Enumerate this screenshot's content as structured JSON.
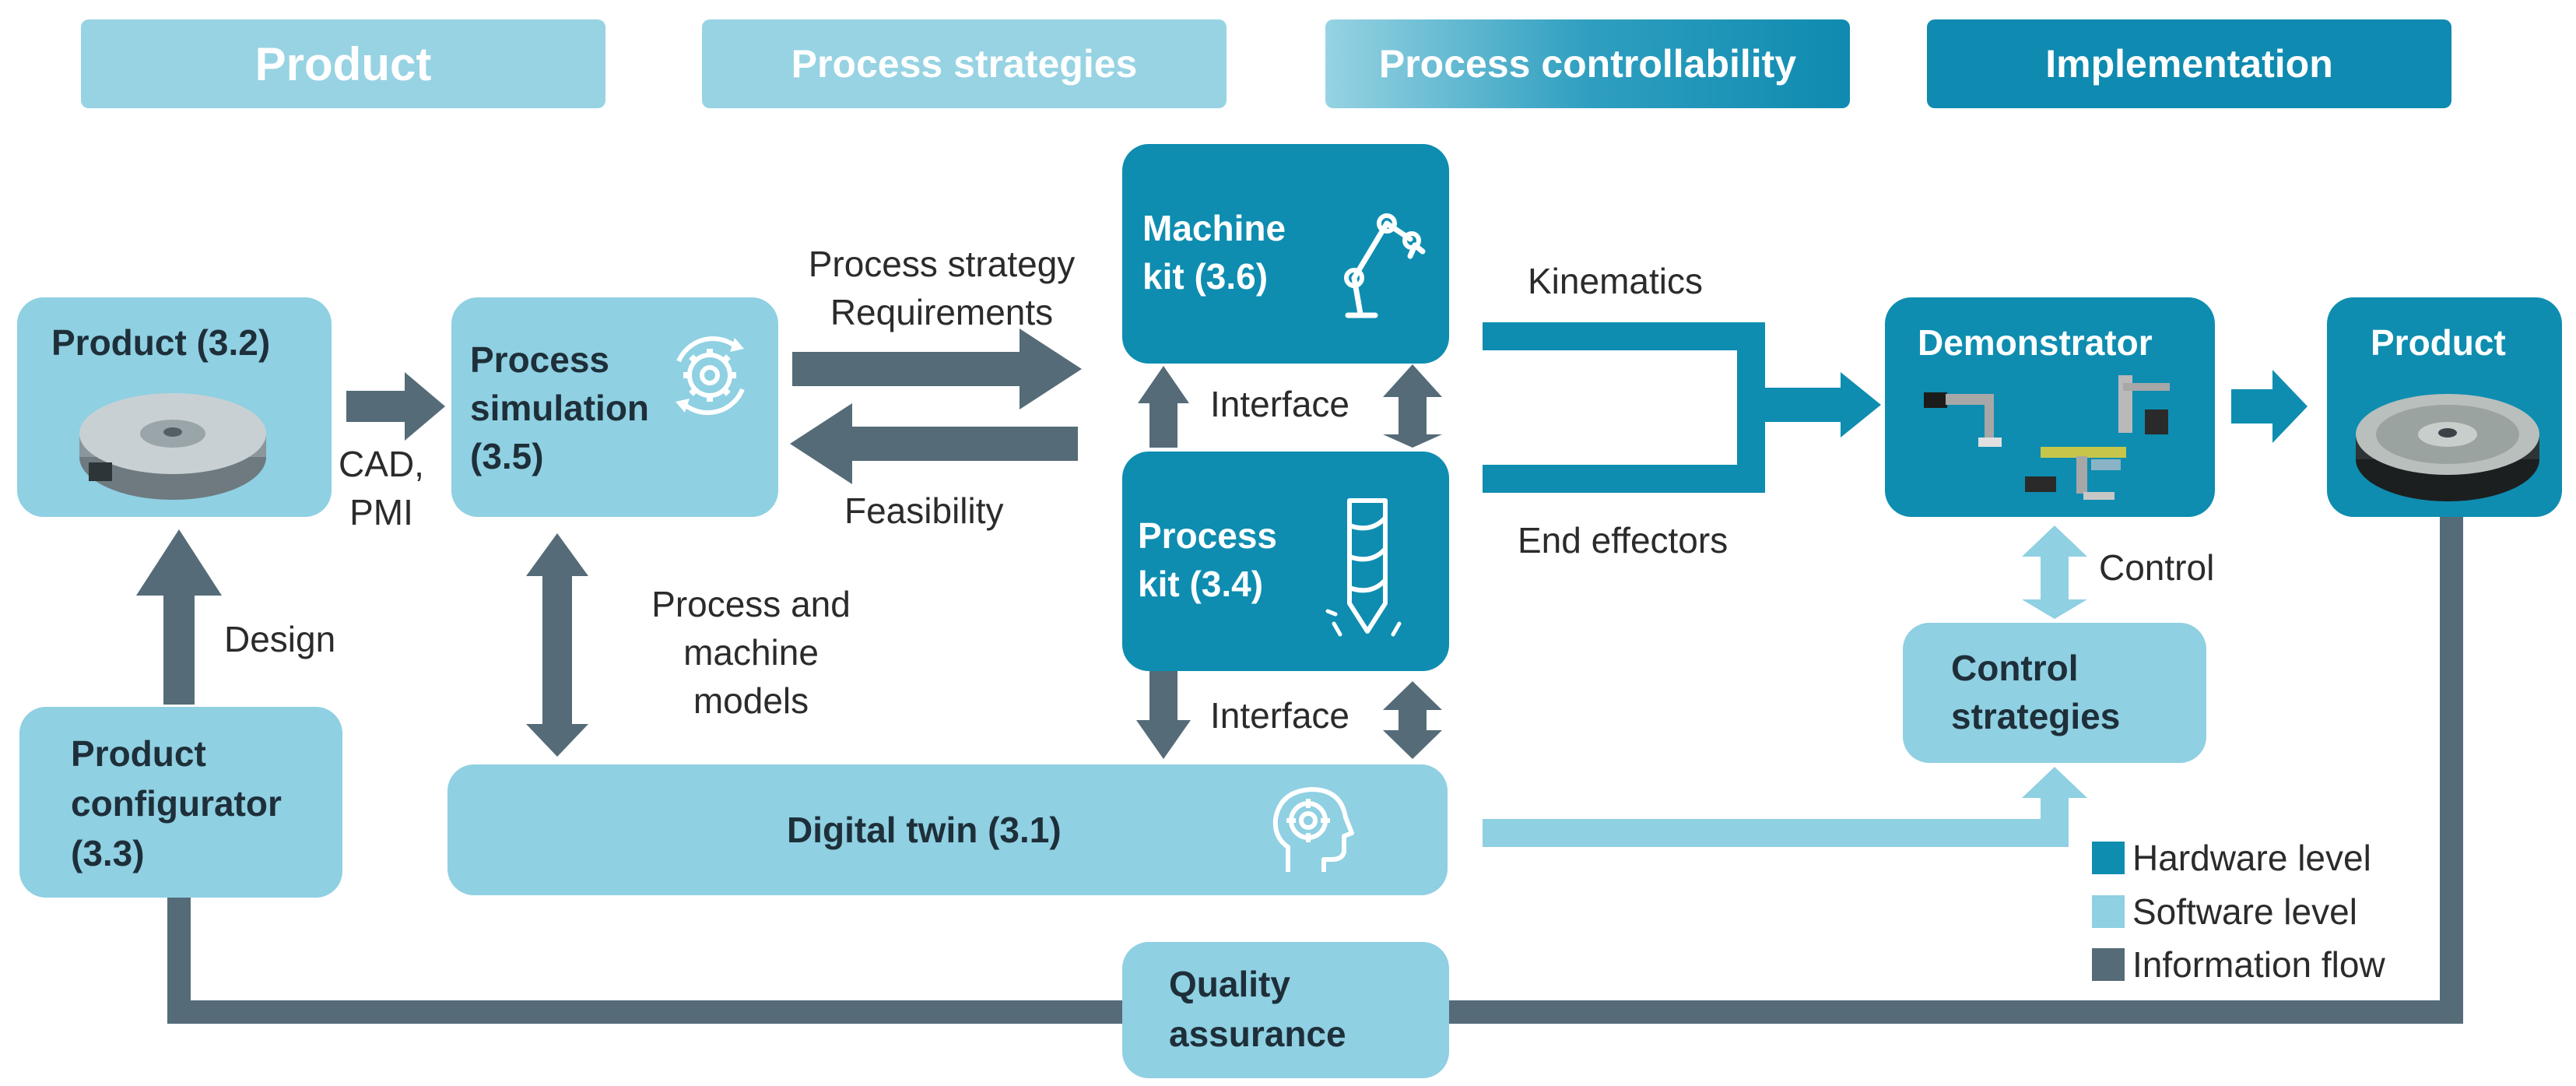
{
  "headers": {
    "product": "Product",
    "process_strategies": "Process strategies",
    "process_controllability": "Process controllability",
    "implementation": "Implementation"
  },
  "nodes": {
    "product_in": "Product (3.2)",
    "process_simulation": [
      "Process",
      "simulation",
      "(3.5)"
    ],
    "machine_kit": [
      "Machine",
      "kit (3.6)"
    ],
    "process_kit": [
      "Process",
      "kit (3.4)"
    ],
    "demonstrator": "Demonstrator",
    "product_out": "Product",
    "control_strategies": [
      "Control",
      "strategies"
    ],
    "product_configurator": [
      "Product",
      "configurator",
      "(3.3)"
    ],
    "digital_twin": "Digital twin (3.1)",
    "quality_assurance": [
      "Quality",
      "assurance"
    ]
  },
  "edge_labels": {
    "cad_pmi": [
      "CAD,",
      "PMI"
    ],
    "design": "Design",
    "strategy_requirements": [
      "Process strategy",
      "Requirements"
    ],
    "feasibility": "Feasibility",
    "interface_top": "Interface",
    "interface_bottom": "Interface",
    "kinematics": "Kinematics",
    "end_effectors": "End effectors",
    "control": "Control",
    "process_machine_models": [
      "Process and",
      "machine",
      "models"
    ]
  },
  "legend": [
    {
      "label": "Hardware level",
      "color": "#0e8db0"
    },
    {
      "label": "Software level",
      "color": "#8fd0e2"
    },
    {
      "label": "Information flow",
      "color": "#556b78"
    }
  ],
  "colors": {
    "hardware": "#0e8db0",
    "software": "#8fd0e2",
    "information_flow": "#556b78",
    "header_light": "#97d3e3",
    "header_dark": "#0f8ab0"
  },
  "icons": [
    "gear-cycle-icon",
    "robot-arm-icon",
    "drill-bit-icon",
    "head-target-icon"
  ]
}
